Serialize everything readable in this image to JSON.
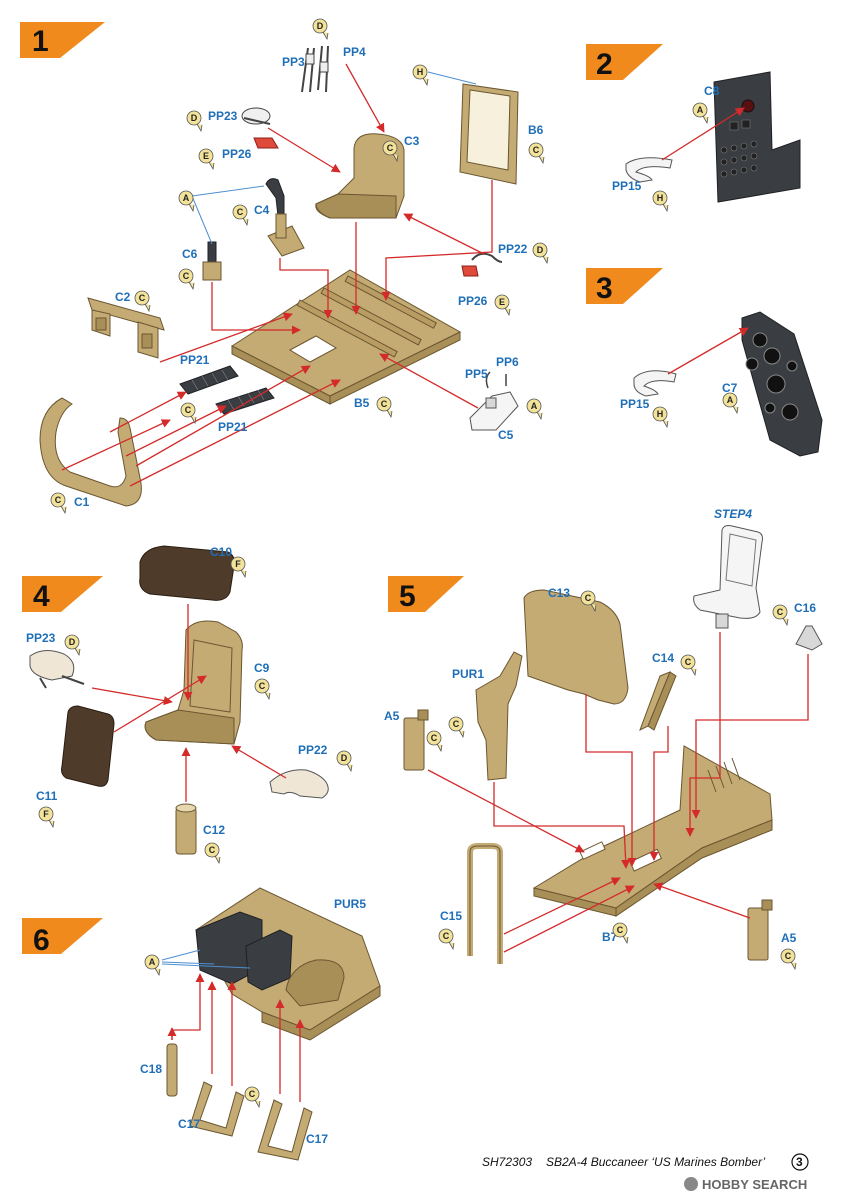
{
  "steps": [
    {
      "number": "1"
    },
    {
      "number": "2"
    },
    {
      "number": "3"
    },
    {
      "number": "4"
    },
    {
      "number": "5"
    },
    {
      "number": "6"
    }
  ],
  "labels": {
    "pp3": "PP3",
    "pp4": "PP4",
    "pp23": "PP23",
    "pp26": "PP26",
    "c3": "C3",
    "b6": "B6",
    "c4": "C4",
    "c6": "C6",
    "pp22": "PP22",
    "pp26b": "PP26",
    "c2": "C2",
    "pp21": "PP21",
    "pp21b": "PP21",
    "pp5": "PP5",
    "pp6": "PP6",
    "b5": "B5",
    "c5": "C5",
    "c1": "C1",
    "c8": "C8",
    "pp15": "PP15",
    "c7": "C7",
    "pp15b": "PP15",
    "c10": "C10",
    "pp23b": "PP23",
    "c9": "C9",
    "c11": "C11",
    "pp22b": "PP22",
    "c12": "C12",
    "step4ref": "STEP4",
    "c13": "C13",
    "c16": "C16",
    "pur1": "PUR1",
    "c14": "C14",
    "a5": "A5",
    "c15": "C15",
    "b7": "B7",
    "a5b": "A5",
    "pur5": "PUR5",
    "c18": "C18",
    "c17": "C17",
    "c17b": "C17"
  },
  "badges": {
    "b_pp3": "D",
    "b_pp23": "D",
    "b_pp26": "E",
    "b_c3": "C",
    "b_b6": "C",
    "b_h1": "H",
    "b_a1": "A",
    "b_c4": "C",
    "b_c6": "C",
    "b_pp22": "D",
    "b_pp26b": "E",
    "b_c2": "C",
    "b_pp21": "C",
    "b_b5": "C",
    "b_c5": "A",
    "b_c1": "C",
    "b_c8": "A",
    "b_pp15": "H",
    "b_pp15b": "H",
    "b_c7": "A",
    "b_c10": "F",
    "b_pp23b": "D",
    "b_c9": "C",
    "b_c11": "F",
    "b_pp22b": "D",
    "b_c12": "C",
    "b_c13": "C",
    "b_c16": "C",
    "b_c14": "C",
    "b_pur1": "C",
    "b_a5": "C",
    "b_c15": "C",
    "b_b7": "C",
    "b_a5b": "C",
    "b_a6": "A",
    "b_c17": "C"
  },
  "footer": {
    "code": "SH72303",
    "title": "SB2A-4 Buccaneer ‘US Marines Bomber’",
    "page": "3"
  },
  "watermark": "HOBBY SEARCH",
  "colors": {
    "step_flag": "#f08a1c",
    "arrow": "#d42a2a",
    "label": "#1f6fb8",
    "badge": "#f3e39a"
  }
}
